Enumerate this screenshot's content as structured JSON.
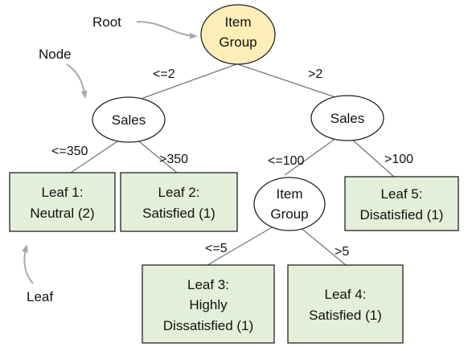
{
  "colors": {
    "root_fill": "#fdeeb8",
    "node_fill": "#ffffff",
    "leaf_fill": "#e3efd9",
    "leaf_stroke": "#222222",
    "edge": "#777777",
    "arrow": "#aaaaaa"
  },
  "annotations": {
    "root": "Root",
    "node": "Node",
    "leaf": "Leaf"
  },
  "nodes": {
    "root": [
      "Item",
      "Group"
    ],
    "sales_left": [
      "Sales"
    ],
    "sales_right": [
      "Sales"
    ],
    "item_group": [
      "Item",
      "Group"
    ]
  },
  "leaves": {
    "leaf1": [
      "Leaf 1:",
      "Neutral (2)"
    ],
    "leaf2": [
      "Leaf 2:",
      "Satisfied (1)"
    ],
    "leaf3": [
      "Leaf 3:",
      "Highly",
      "Dissatisfied (1)"
    ],
    "leaf4": [
      "Leaf 4:",
      "Satisfied (1)"
    ],
    "leaf5": [
      "Leaf 5:",
      "Disatisfied (1)"
    ]
  },
  "edges": {
    "root_left": "<=2",
    "root_right": ">2",
    "sales_left_left": "<=350",
    "sales_left_right": ">350",
    "sales_right_left": "<=100",
    "sales_right_right": ">100",
    "item_group_left": "<=5",
    "item_group_right": ">5"
  }
}
